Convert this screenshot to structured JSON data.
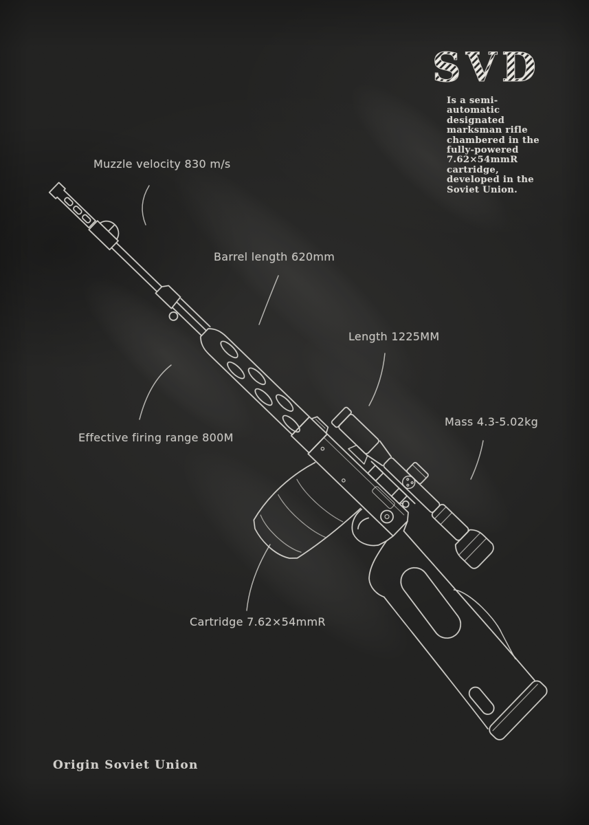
{
  "colors": {
    "background": "#171716",
    "chalk": "#e2e0da"
  },
  "title": {
    "text": "SVD"
  },
  "description": {
    "text": "Is a semi-\nautomatic\ndesignated\nmarksman rifle\nchambered in the\nfully-powered\n7.62×54mmR\ncartridge,\ndeveloped in the\nSoviet Union."
  },
  "annotations": [
    {
      "id": "muzzle-velocity",
      "text": "Muzzle velocity 830 m/s"
    },
    {
      "id": "barrel-length",
      "text": "Barrel length 620mm"
    },
    {
      "id": "overall-length",
      "text": "Length 1225MM"
    },
    {
      "id": "mass",
      "text": "Mass 4.3-5.02kg"
    },
    {
      "id": "effective-range",
      "text": "Effective firing range 800M"
    },
    {
      "id": "cartridge",
      "text": "Cartridge 7.62×54mmR"
    }
  ],
  "origin": {
    "text": "Origin Soviet Union"
  },
  "figure": {
    "name": "SVD rifle chalk line drawing with PSO-1 scope"
  }
}
